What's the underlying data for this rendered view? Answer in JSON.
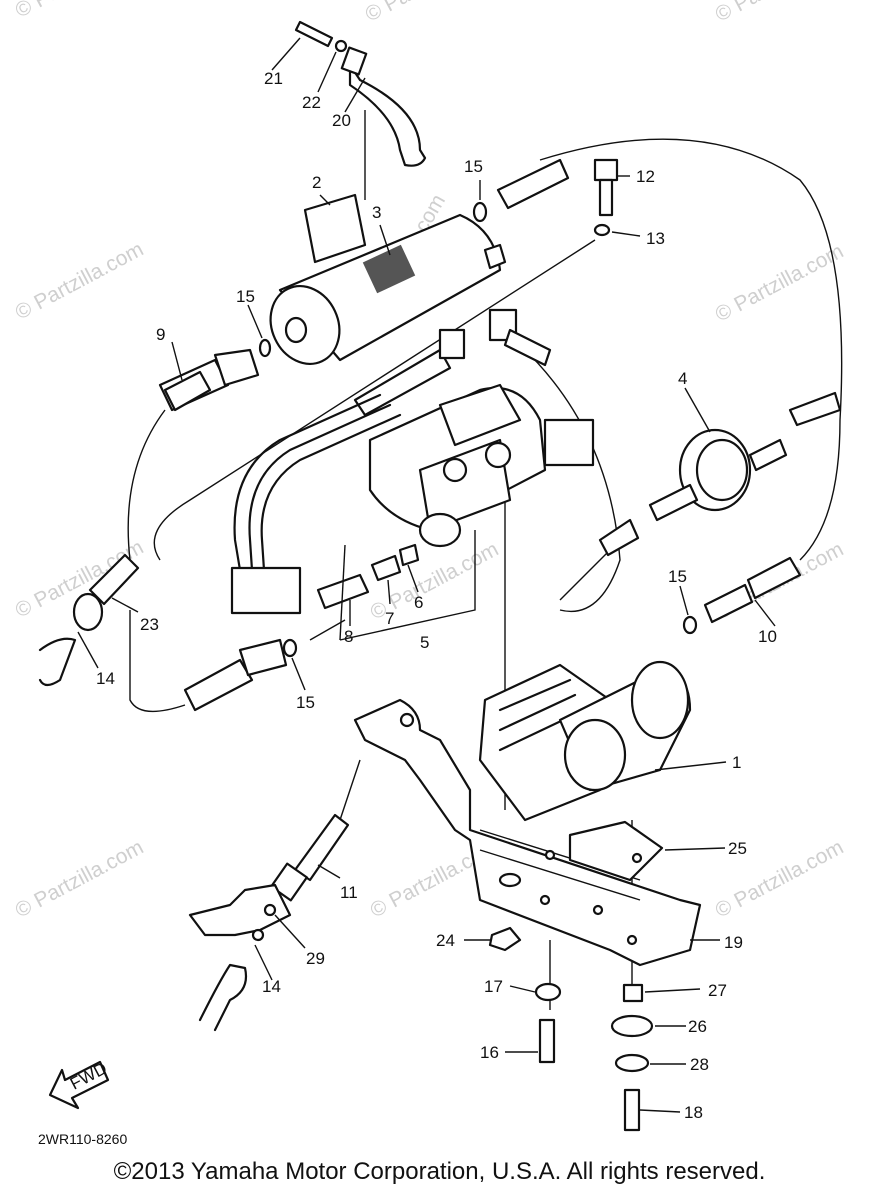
{
  "watermark": "© Partzilla.com",
  "diagram_code": "2WR110-8260",
  "fwd_label": "FWD",
  "copyright": "©2013 Yamaha Motor Corporation, U.S.A. All rights reserved.",
  "callouts": [
    "1",
    "2",
    "3",
    "4",
    "5",
    "6",
    "7",
    "8",
    "9",
    "10",
    "11",
    "12",
    "13",
    "14",
    "14",
    "15",
    "15",
    "15",
    "15",
    "16",
    "17",
    "18",
    "19",
    "20",
    "21",
    "22",
    "23",
    "24",
    "25",
    "26",
    "27",
    "28",
    "29"
  ]
}
